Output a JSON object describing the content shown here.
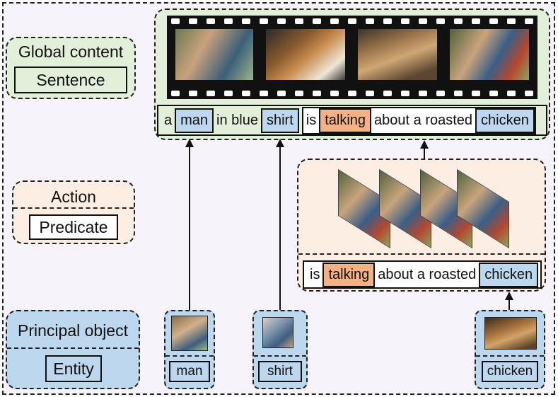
{
  "legend": {
    "global": {
      "title": "Global content",
      "box": "Sentence"
    },
    "action": {
      "title": "Action",
      "box": "Predicate"
    },
    "principal": {
      "title": "Principal object",
      "box": "Entity"
    }
  },
  "sentence": {
    "w_a": "a",
    "man": "man",
    "w_in_blue": "in blue",
    "shirt": "shirt",
    "w_is": "is",
    "talking": "talking",
    "w_about": "about a roasted",
    "chicken": "chicken"
  },
  "predicate": {
    "w_is": "is",
    "talking": "talking",
    "w_about": "about a roasted",
    "chicken": "chicken"
  },
  "entities": {
    "man": "man",
    "shirt": "shirt",
    "chicken": "chicken"
  },
  "colors": {
    "global": "#e2efd9",
    "action": "#fdeee3",
    "entity": "#bdd7ee",
    "verb": "#f4b183"
  }
}
